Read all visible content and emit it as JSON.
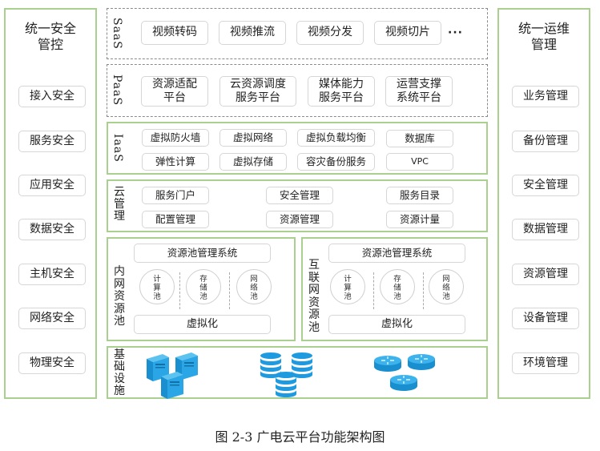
{
  "left_panel": {
    "title_lines": [
      "统一安全",
      "管控"
    ],
    "items": [
      "接入安全",
      "服务安全",
      "应用安全",
      "数据安全",
      "主机安全",
      "网络安全",
      "物理安全"
    ]
  },
  "right_panel": {
    "title_lines": [
      "统一运维",
      "管理"
    ],
    "items": [
      "业务管理",
      "备份管理",
      "安全管理",
      "数据管理",
      "资源管理",
      "设备管理",
      "环境管理"
    ]
  },
  "saas": {
    "label": "SaaS",
    "items": [
      "视频转码",
      "视频推流",
      "视频分发",
      "视频切片"
    ],
    "more": "···"
  },
  "paas": {
    "label": "PaaS",
    "items": [
      {
        "line1": "资源适配",
        "line2": "平台"
      },
      {
        "line1": "云资源调度",
        "line2": "服务平台"
      },
      {
        "line1": "媒体能力",
        "line2": "服务平台"
      },
      {
        "line1": "运营支撑",
        "line2": "系统平台"
      }
    ]
  },
  "iaas": {
    "label": "IaaS",
    "row1": [
      "虚拟防火墙",
      "虚拟网络",
      "虚拟负载均衡",
      "数据库"
    ],
    "row2": [
      "弹性计算",
      "虚拟存储",
      "容灾备份服务",
      "VPC"
    ]
  },
  "cloud_mgmt": {
    "label_chars": [
      "云",
      "管",
      "理"
    ],
    "row1": [
      "服务门户",
      "安全管理",
      "服务目录"
    ],
    "row2": [
      "配置管理",
      "资源管理",
      "资源计量"
    ]
  },
  "intranet_pool": {
    "label_chars": [
      "内",
      "网",
      "资",
      "源",
      "池"
    ],
    "manager": "资源池管理系统",
    "pools": [
      {
        "chars": [
          "计",
          "算",
          "池"
        ]
      },
      {
        "chars": [
          "存",
          "储",
          "池"
        ]
      },
      {
        "chars": [
          "网",
          "络",
          "池"
        ]
      }
    ],
    "virtualization": "虚拟化"
  },
  "internet_pool": {
    "label_chars": [
      "互",
      "联",
      "网",
      "资",
      "源",
      "池"
    ],
    "manager": "资源池管理系统",
    "pools": [
      {
        "chars": [
          "计",
          "算",
          "池"
        ]
      },
      {
        "chars": [
          "存",
          "储",
          "池"
        ]
      },
      {
        "chars": [
          "网",
          "络",
          "池"
        ]
      }
    ],
    "virtualization": "虚拟化"
  },
  "infrastructure": {
    "label_chars": [
      "基",
      "础",
      "设",
      "施"
    ],
    "icons": [
      "server-cluster-icon",
      "database-cluster-icon",
      "router-cluster-icon"
    ],
    "icon_color": "#1e9be0"
  },
  "colors": {
    "green_border": "#a9d08e",
    "dashed_border": "#8a8a8a",
    "box_border": "#d6d6d6"
  },
  "caption": "图 2-3  广电云平台功能架构图"
}
